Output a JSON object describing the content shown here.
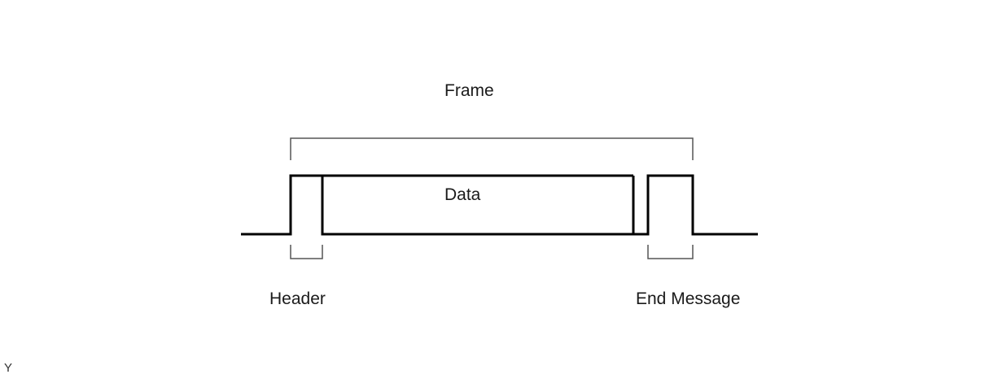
{
  "diagram": {
    "frame_label": "Frame",
    "data_label": "Data",
    "header_label": "Header",
    "end_message_label": "End Message",
    "corner_mark": "Y"
  },
  "colors": {
    "signal": "#000000",
    "bracket": "#555555",
    "text": "#1a1a1a"
  }
}
